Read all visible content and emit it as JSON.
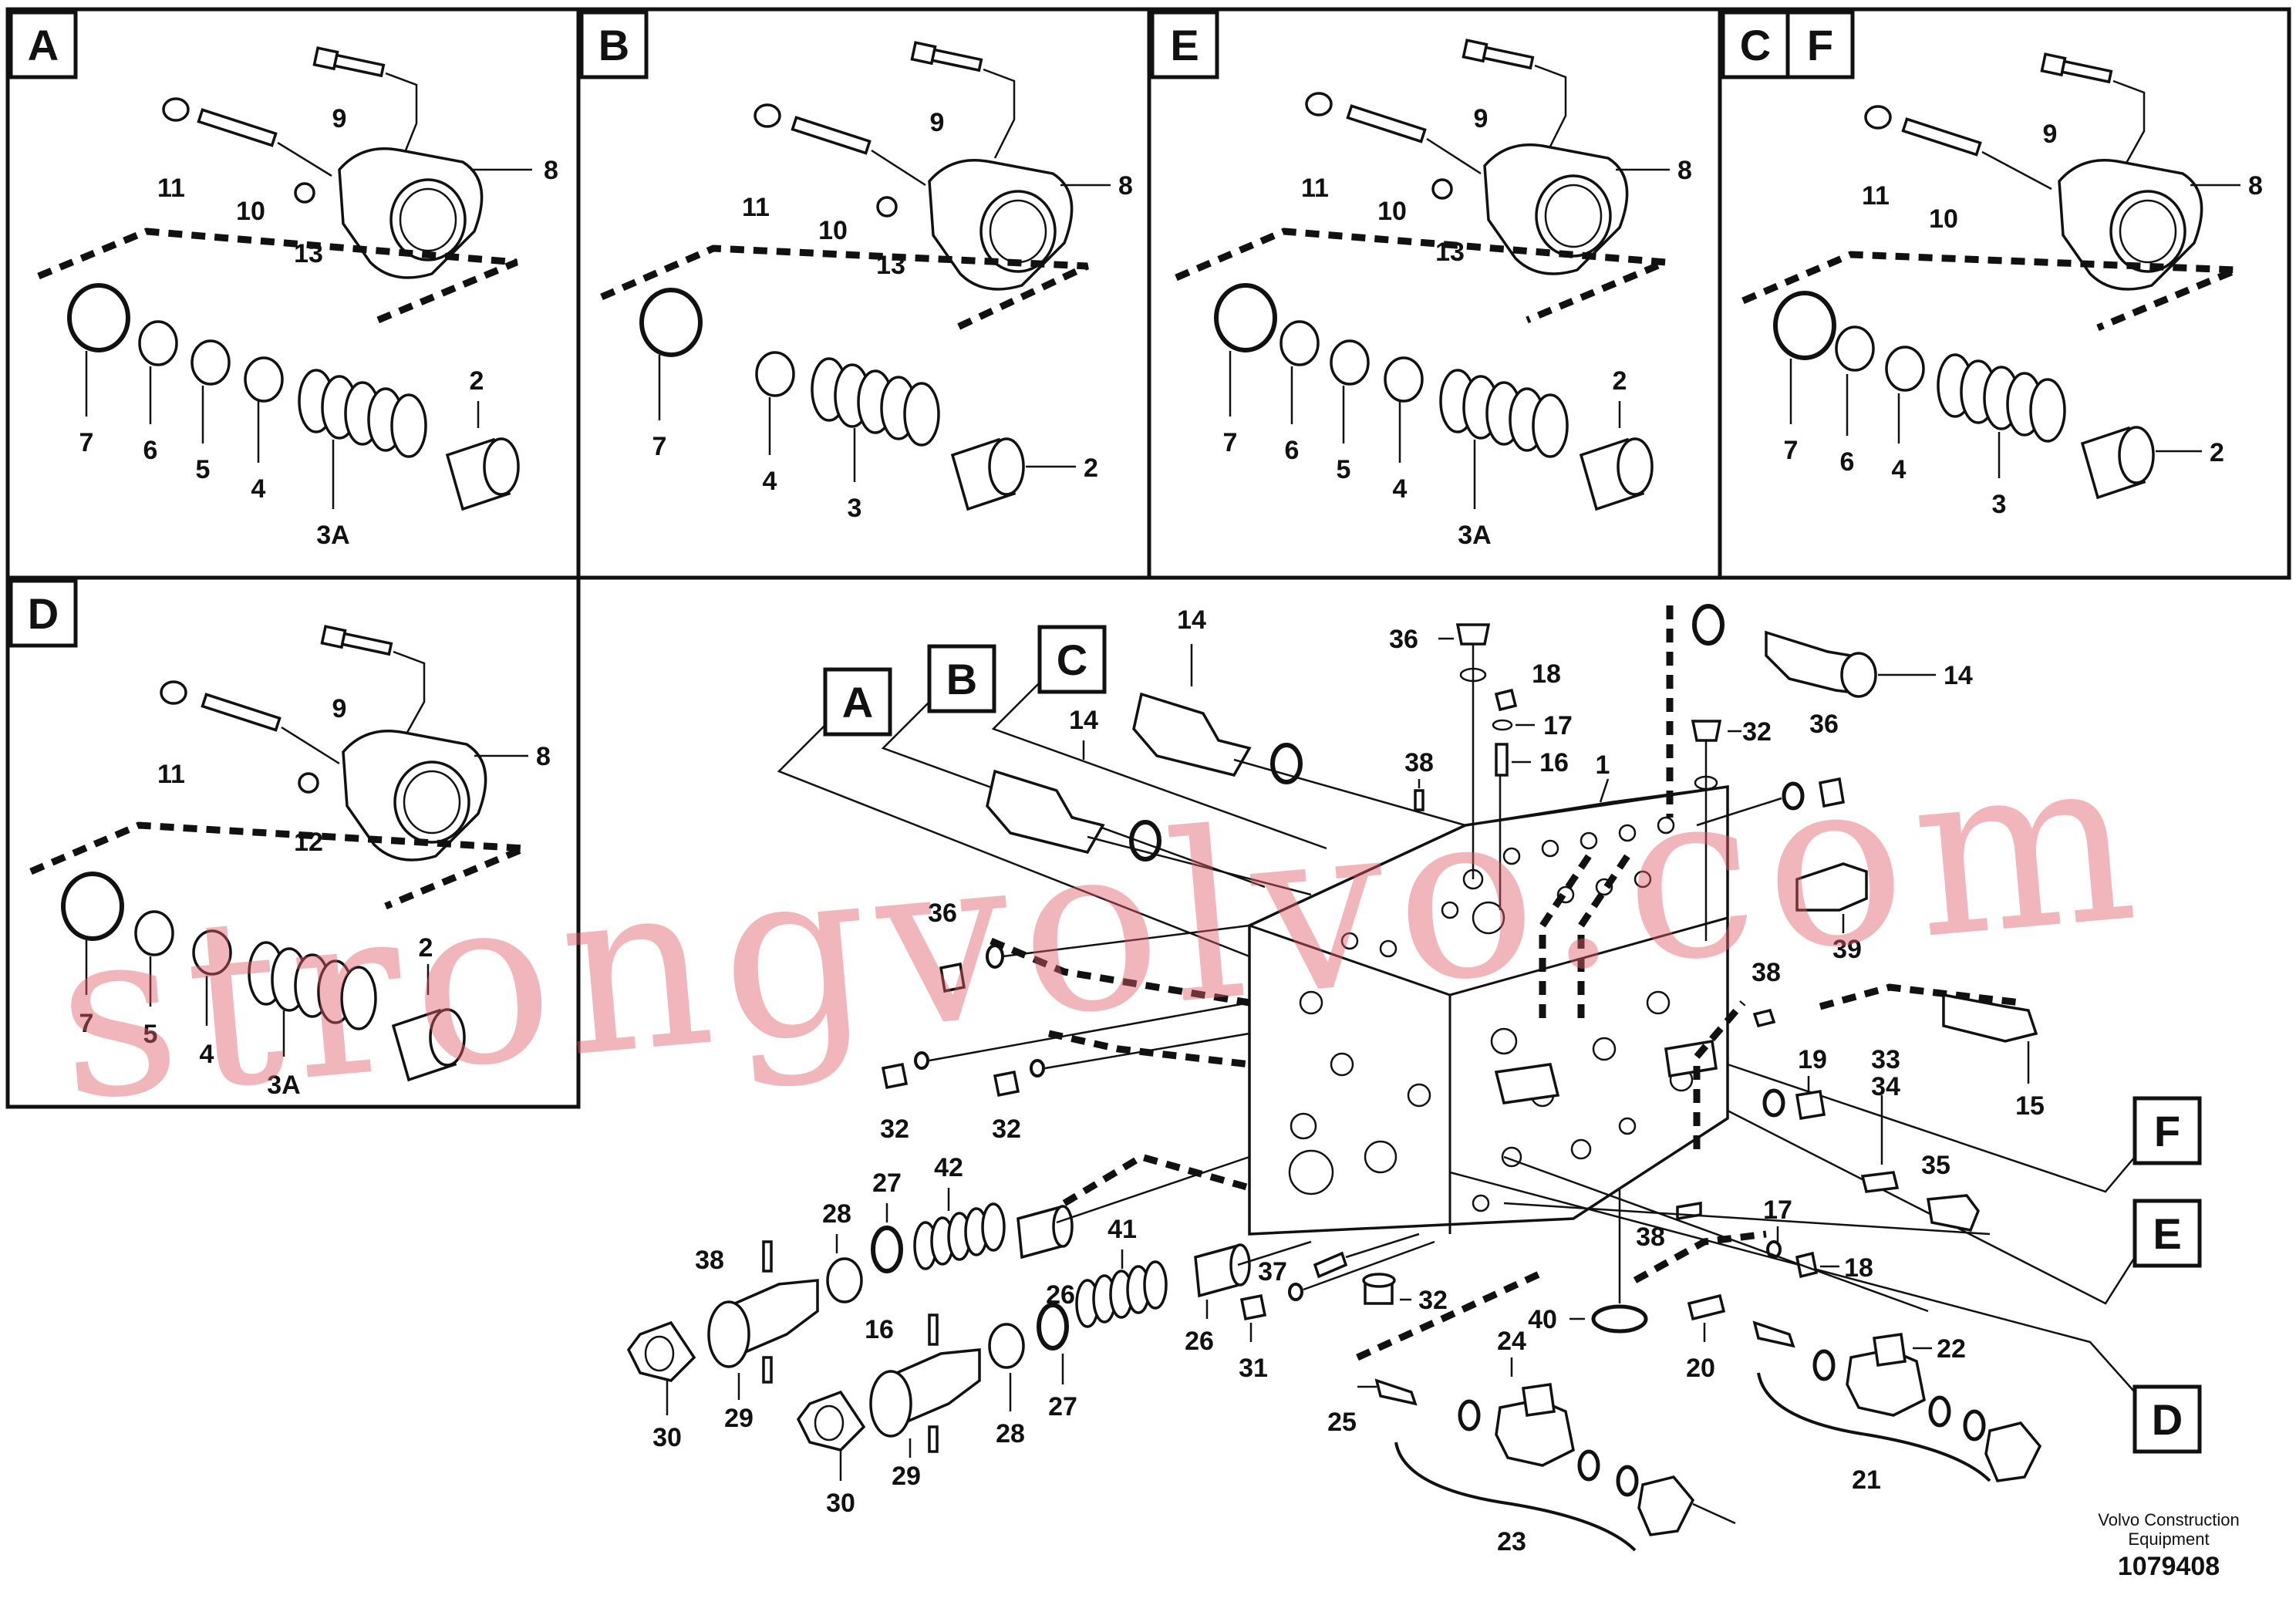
{
  "panels": [
    {
      "id": "A",
      "tags": [
        "A"
      ],
      "callouts": [
        "9",
        "11",
        "10",
        "8",
        "13",
        "7",
        "6",
        "5",
        "4",
        "3A",
        "2"
      ]
    },
    {
      "id": "B",
      "tags": [
        "B"
      ],
      "callouts": [
        "9",
        "11",
        "10",
        "8",
        "13",
        "7",
        "4",
        "3",
        "2"
      ]
    },
    {
      "id": "E",
      "tags": [
        "E"
      ],
      "callouts": [
        "9",
        "11",
        "10",
        "8",
        "13",
        "7",
        "6",
        "5",
        "4",
        "3A",
        "2"
      ]
    },
    {
      "id": "CF",
      "tags": [
        "C",
        "F"
      ],
      "callouts": [
        "9",
        "11",
        "10",
        "8",
        "7",
        "6",
        "4",
        "3",
        "2"
      ]
    },
    {
      "id": "D",
      "tags": [
        "D"
      ],
      "callouts": [
        "9",
        "11",
        "8",
        "12",
        "7",
        "5",
        "4",
        "3A",
        "2"
      ]
    }
  ],
  "main": {
    "section_tags": [
      "A",
      "B",
      "C",
      "F",
      "E",
      "D"
    ],
    "callouts": [
      "14",
      "14",
      "14",
      "36",
      "18",
      "17",
      "16",
      "38",
      "1",
      "32",
      "36",
      "39",
      "36",
      "38",
      "15",
      "32",
      "32",
      "19",
      "33",
      "34",
      "35",
      "42",
      "27",
      "28",
      "26",
      "41",
      "38",
      "17",
      "18",
      "37",
      "32",
      "38",
      "28",
      "27",
      "26",
      "31",
      "40",
      "20",
      "22",
      "24",
      "29",
      "29",
      "25",
      "21",
      "30",
      "30",
      "23"
    ]
  },
  "footer": {
    "publisher_line1": "Volvo Construction",
    "publisher_line2": "Equipment",
    "doc_number": "1079408"
  },
  "watermark": "strongvolvo.com"
}
